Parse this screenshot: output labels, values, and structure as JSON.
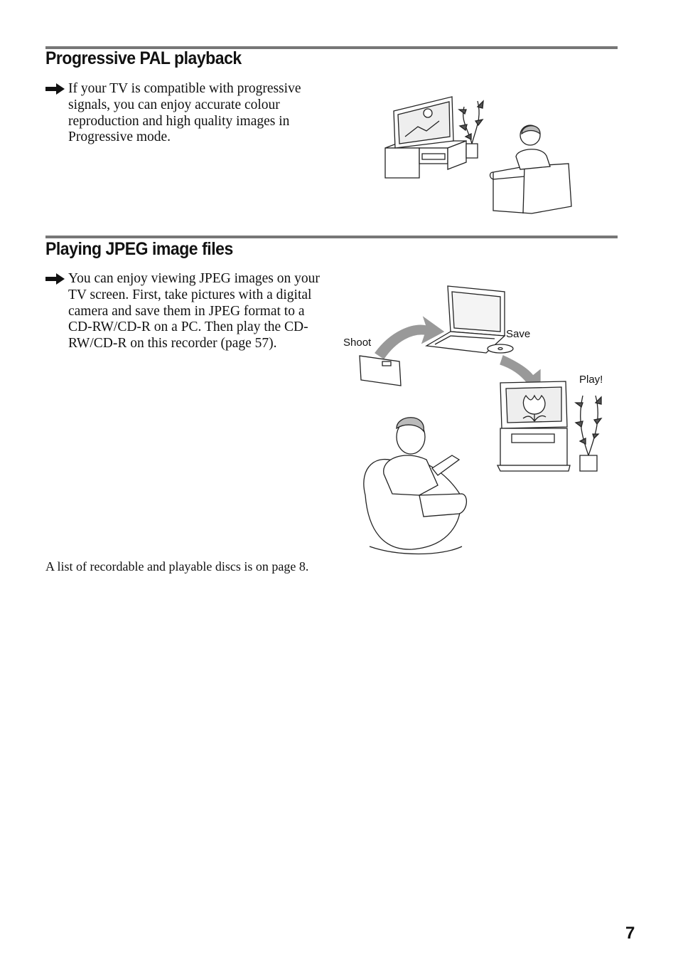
{
  "sections": [
    {
      "title": "Progressive PAL playback",
      "body": "If your TV is compatible with progressive signals, you can enjoy accurate colour reproduction and high quality images in Progressive mode."
    },
    {
      "title": "Playing JPEG image files",
      "body": "You can enjoy viewing JPEG images on your TV screen. First, take pictures with a digital camera and save them in JPEG format to a CD-RW/CD-R on a PC. Then play the CD-RW/CD-R on this recorder (page 57)."
    }
  ],
  "illustration_labels": {
    "shoot": "Shoot",
    "save": "Save",
    "play": "Play!"
  },
  "footnote": "A list of recordable and playable discs is on page 8.",
  "page_number": "7",
  "icons": [
    "arrow-right-icon"
  ]
}
